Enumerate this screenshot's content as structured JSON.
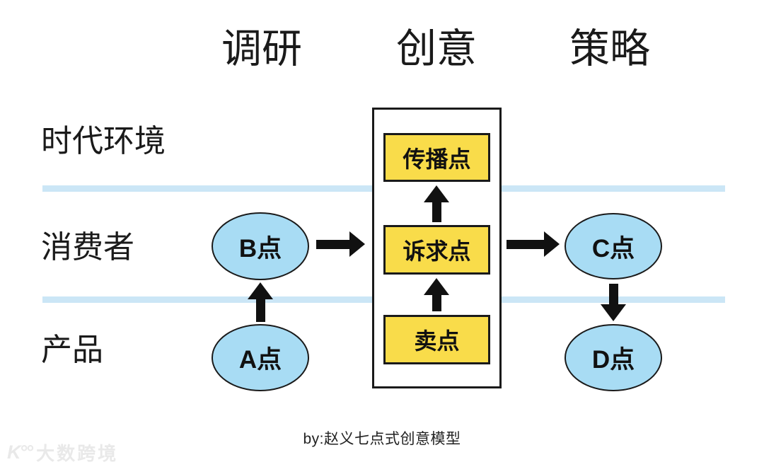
{
  "columns": [
    {
      "label": "调研"
    },
    {
      "label": "创意"
    },
    {
      "label": "策略"
    }
  ],
  "rows": [
    {
      "label": "时代环境"
    },
    {
      "label": "消费者"
    },
    {
      "label": "产品"
    }
  ],
  "nodes": {
    "ellipse_a": "A点",
    "ellipse_b": "B点",
    "ellipse_c": "C点",
    "ellipse_d": "D点",
    "box_top": "传播点",
    "box_middle": "诉求点",
    "box_bottom": "卖点"
  },
  "caption": "by:赵义七点式创意模型",
  "watermark": {
    "logo": "K°°",
    "text": "大数跨境"
  },
  "colors": {
    "node_yellow": "#F9DC4A",
    "node_blue": "#A8DCF4",
    "band_blue": "#CBE6F6",
    "ink": "#111111",
    "watermark": "#E9E9E9"
  }
}
